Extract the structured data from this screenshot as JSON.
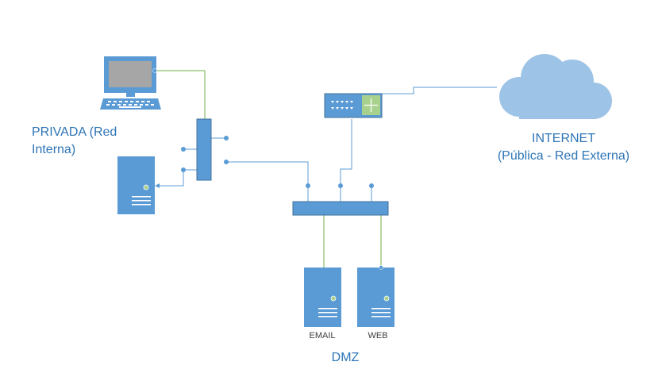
{
  "labels": {
    "private_line1": "PRIVADA (Red",
    "private_line2": "Interna)",
    "internet_line1": "INTERNET",
    "internet_line2": "(Pública - Red Externa)",
    "dmz": "DMZ",
    "email_server": "EMAIL",
    "web_server": "WEB"
  },
  "colors": {
    "device_blue": "#5b9bd5",
    "device_border": "#41719c",
    "label_blue": "#2e75b6",
    "cloud": "#9dc3e6",
    "link_blue": "#5b9bd5",
    "link_green": "#70ad47",
    "monitor_screen": "#a6a6a6",
    "router_center": "#a9d18e"
  },
  "icons": [
    "monitor-icon",
    "server-icon",
    "switch-icon",
    "router-icon",
    "cloud-icon"
  ]
}
